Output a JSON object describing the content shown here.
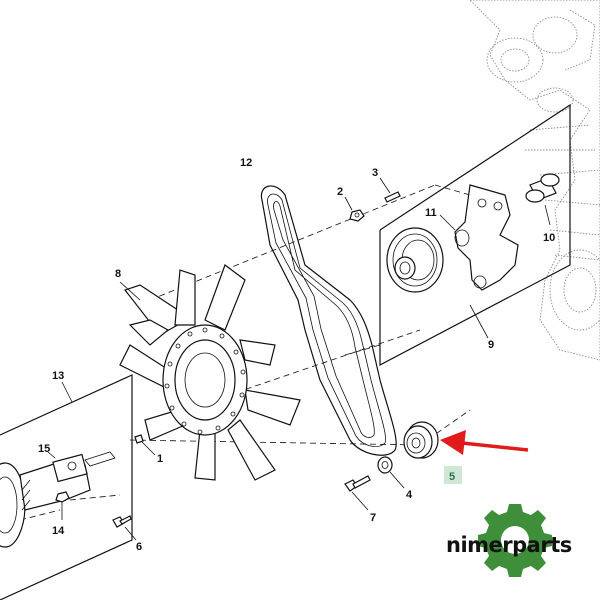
{
  "callouts": {
    "c1": "1",
    "c2": "2",
    "c3": "3",
    "c4": "4",
    "c5": "5",
    "c6": "6",
    "c7": "7",
    "c8": "8",
    "c9": "9",
    "c10": "10",
    "c11": "11",
    "c12": "12",
    "c13": "13",
    "c14": "14",
    "c15": "15"
  },
  "brand": {
    "name": "nimerparts",
    "gear_color": "#3f8f3a",
    "gear_hub_color": "#ffffff"
  },
  "highlight": {
    "arrow_color": "#e01b1b",
    "label_bg": "#cfe8d6",
    "label_color": "#2f6f4f"
  }
}
